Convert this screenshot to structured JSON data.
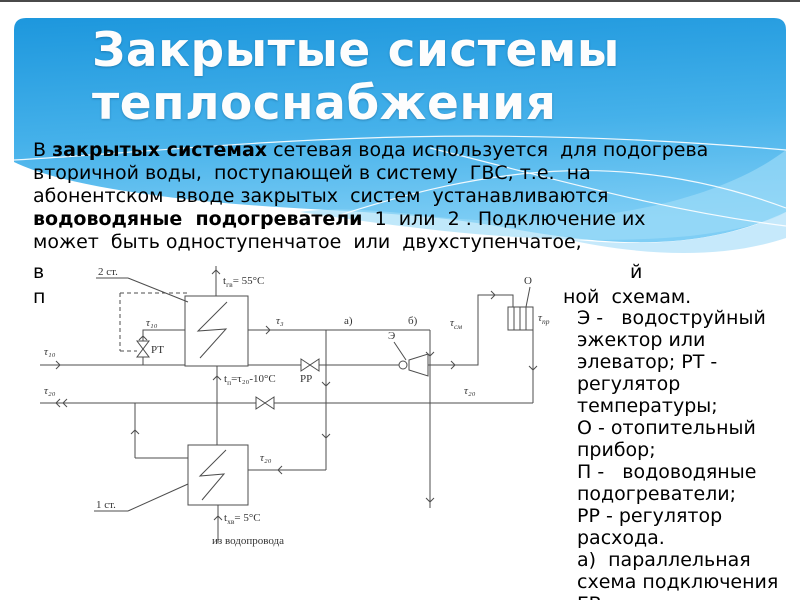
{
  "colors": {
    "header_blue_top": "#1d97dd",
    "header_blue_mid": "#45b1ea",
    "header_blue_bottom": "#7fcef5",
    "wave_light": "#9edcf8",
    "title_text": "#ffffff",
    "body_text": "#000000",
    "diagram_stroke": "#4d4d4d"
  },
  "title": {
    "line1": "Закрытые системы",
    "line2": "теплоснабжения"
  },
  "body": {
    "line1_pre": "В ",
    "line1_bold": "закрытых системах",
    "line1_rest": " сетевая вода используется  для подогрева",
    "line2": "вторичной воды,  поступающей в систему  ГВС, т.е.  на",
    "line3": "абонентском  вводе закрытых  систем  устанавливаются",
    "line4_bold": "водоводяные  подогреватели",
    "line4_rest": "  1  или  2 . Подключение их",
    "line5": "может  быть одноступенчатое  или  двухступенчатое,",
    "frag_left6": "в",
    "frag_right6": "й",
    "frag_left7": "п",
    "frag_right7": "ной  схемам."
  },
  "legend": {
    "text": "Э -   водоструйный\nэжектор или\nэлеватор; РТ -\nрегулятор\nтемпературы;\nО - отопительный\nприбор;\nП -   водоводяные\nподогреватели;\nРР - регулятор\nрасхода.\nа)  параллельная\nсхема подключения\nГВ;"
  },
  "diagram": {
    "stage2": "2 ст.",
    "stage1": "1 ст.",
    "tau10": "τ₁₀",
    "tau20": "τ₂₀",
    "tau3": "τ₃",
    "tau_sm": {
      "base": "τ",
      "sub": "см"
    },
    "tau_pr": {
      "base": "τ",
      "sub": "пр"
    },
    "tgv": {
      "base": "t",
      "sub": "гв",
      "rest": "= 55°С"
    },
    "tp": {
      "base": "t",
      "sub": "п",
      "rest": "=τ₂₀-10°С"
    },
    "thv": {
      "base": "t",
      "sub": "хв",
      "rest": "= 5°С"
    },
    "rt": "РТ",
    "rr": "РР",
    "ejector": "Э",
    "radiator": "О",
    "branch_a": "а)",
    "branch_b": "б)",
    "from_water": "из водопровода"
  }
}
